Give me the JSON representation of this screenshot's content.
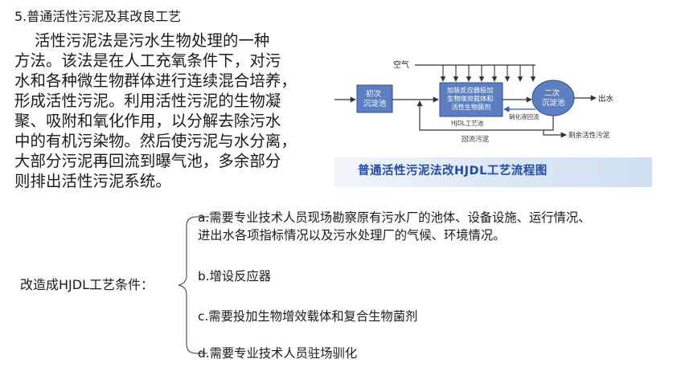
{
  "section": {
    "title": "5.普通活性污泥及其改良工艺"
  },
  "paragraph": {
    "lines": [
      "    活性污泥法是污水生物处理的一种",
      "方法。该法是在人工充氧条件下，对污",
      "水和各种微生物群体进行连续混合培养，",
      "形成活性污泥。利用活性污泥的生物凝",
      "聚、吸附和氧化作用，以分解去除污水",
      "中的有机污染物。然后使污泥与水分离，",
      "大部分污泥再回流到曝气池，多余部分",
      "则排出活性污泥系统。"
    ]
  },
  "diagram": {
    "air_label": "空气",
    "primary_tank": [
      "初次",
      "沉淀池"
    ],
    "reactor": [
      "加装反应器投加",
      "生物增效载体和",
      "活性生物菌剂"
    ],
    "reactor_caption": "HJDL工艺池",
    "secondary_tank": [
      "二次",
      "沉淀池"
    ],
    "outlet_label": "出水",
    "nitrate_return_label": "硝化液回流",
    "sludge_return_label": "回流污泥",
    "excess_sludge_label": "剩余活性污泥",
    "caption": "普通活性污泥法改HJDL工艺流程图",
    "colors": {
      "box_fill": "#5b7fc0",
      "box_stroke": "#2f4f8f",
      "line": "#333333",
      "caption_text": "#1f4aa8"
    }
  },
  "conditions": {
    "label": "改造成HJDL工艺条件：",
    "items": [
      [
        "a.需要专业技术人员现场勘察原有污水厂的池体、设备设施、运行情况、",
        "进出水各项指标情况以及污水处理厂的气候、环境情况。"
      ],
      [
        "b.增设反应器"
      ],
      [
        "c.需要投加生物增效载体和复合生物菌剂"
      ],
      [
        "d.需要专业技术人员驻场驯化"
      ]
    ]
  }
}
